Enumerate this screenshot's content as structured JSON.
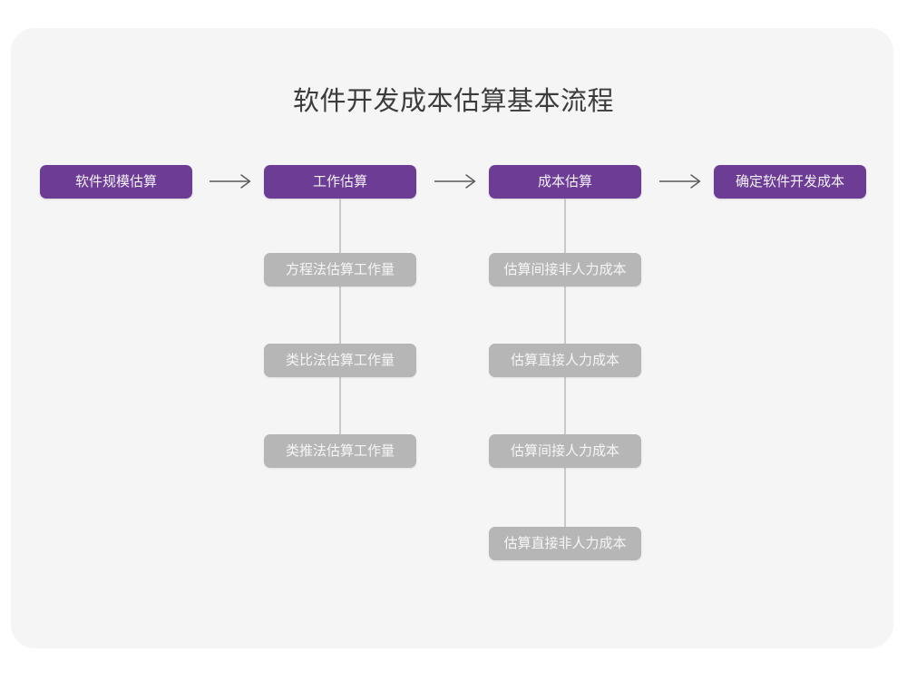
{
  "diagram": {
    "title": "软件开发成本估算基本流程",
    "colors": {
      "page_background": "#ffffff",
      "card_background": "#f5f5f5",
      "primary_node": "#6d3d96",
      "secondary_node": "#b6b6b6",
      "connector": "#c9c9c9",
      "arrow": "#5a5a5a",
      "title_text": "#3c3c3c"
    },
    "stages": [
      {
        "id": "stage-1",
        "label": "软件规模估算",
        "substeps": []
      },
      {
        "id": "stage-2",
        "label": "工作估算",
        "substeps": [
          "方程法估算工作量",
          "类比法估算工作量",
          "类推法估算工作量"
        ]
      },
      {
        "id": "stage-3",
        "label": "成本估算",
        "substeps": [
          "估算间接非人力成本",
          "估算直接人力成本",
          "估算间接人力成本",
          "估算直接非人力成本"
        ]
      },
      {
        "id": "stage-4",
        "label": "确定软件开发成本",
        "substeps": []
      }
    ],
    "connectors": [
      {
        "id": "arrow-1",
        "from": "stage-1",
        "to": "stage-2",
        "glyph": "arrow-right-icon"
      },
      {
        "id": "arrow-2",
        "from": "stage-2",
        "to": "stage-3",
        "glyph": "arrow-right-icon"
      },
      {
        "id": "arrow-3",
        "from": "stage-3",
        "to": "stage-4",
        "glyph": "arrow-right-icon"
      }
    ]
  }
}
